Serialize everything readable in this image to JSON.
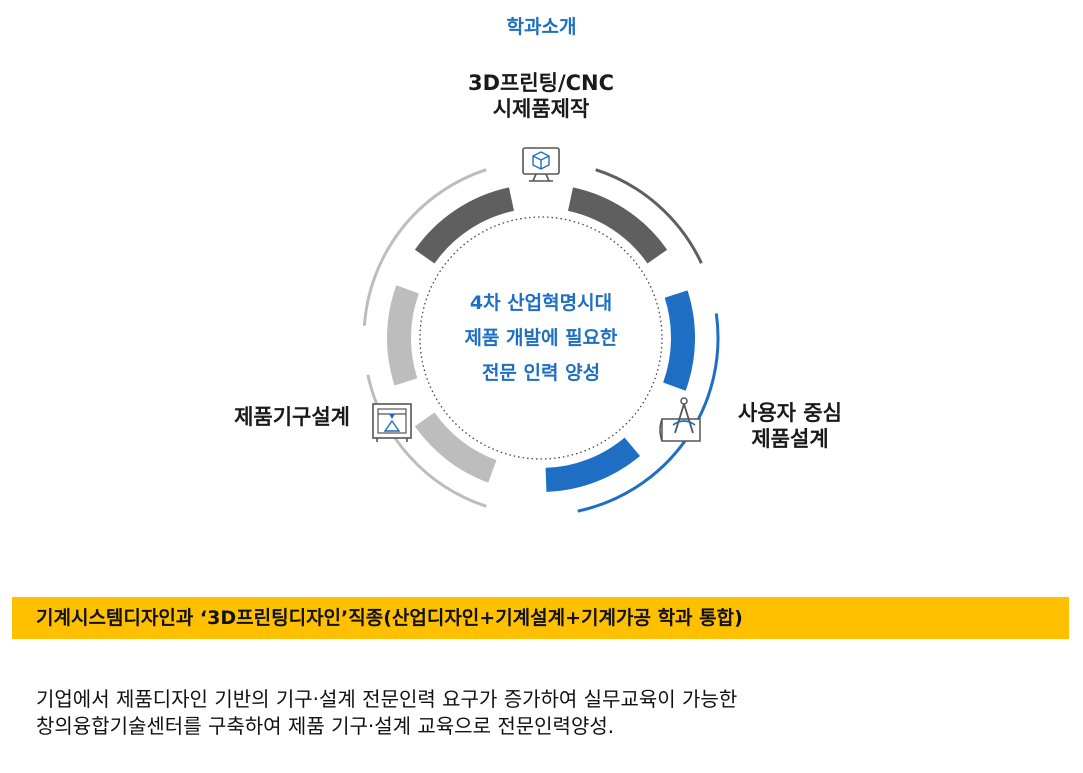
{
  "title": "학과소개",
  "segments": {
    "top": {
      "lines": [
        "3D프린팅/CNC",
        "시제품제작"
      ],
      "icon": "monitor-cube-icon"
    },
    "right": {
      "lines": [
        "사용자 중심",
        "제품설계"
      ],
      "icon": "compass-blueprint-icon"
    },
    "left": {
      "lines": [
        "제품기구설계"
      ],
      "icon": "3d-printer-icon"
    }
  },
  "center": {
    "lines": [
      "4차 산업혁명시대",
      "제품 개발에 필요한",
      "전문 인력 양성"
    ]
  },
  "banner": "기계시스템디자인과 ‘3D프린팅디자인’직종(산업디자인+기계설계+기계가공 학과 통합)",
  "description": [
    "기업에서 제품디자인 기반의 기구·설계 전문인력 요구가 증가하여 실무교육이 가능한",
    "창의융합기술센터를 구축하여 제품 기구·설계 교육으로 전문인력양성."
  ],
  "colors": {
    "accent_blue": "#1e6fc4",
    "dark_gray": "#5f5f5f",
    "light_gray": "#bdbdbd",
    "banner_yellow": "#ffc000"
  }
}
